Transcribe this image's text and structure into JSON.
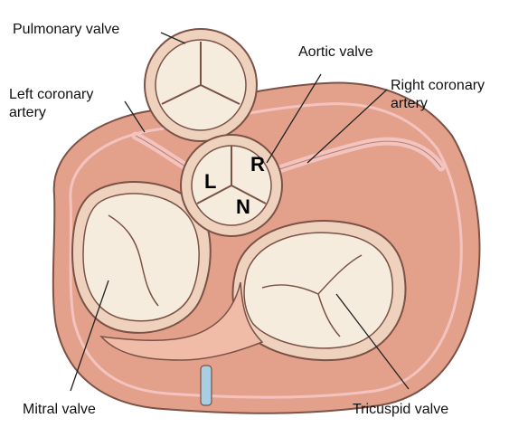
{
  "labels": {
    "pulmonary_valve": "Pulmonary valve",
    "aortic_valve": "Aortic valve",
    "left_coronary_line1": "Left coronary",
    "left_coronary_line2": "artery",
    "right_coronary_line1": "Right coronary",
    "right_coronary_line2": "artery",
    "mitral_valve": "Mitral valve",
    "tricuspid_valve": "Tricuspid valve"
  },
  "cusps": {
    "right": "R",
    "left": "L",
    "noncoronary": "N"
  },
  "colors": {
    "myocardium": "#e3a18c",
    "myocardium_dark": "#b9806d",
    "vessel": "#f3c4bf",
    "valve_leaflet": "#f6ecde",
    "valve_ring": "#efd2bd",
    "outline": "#7a5246",
    "conduction_blue": "#a9cde2"
  }
}
